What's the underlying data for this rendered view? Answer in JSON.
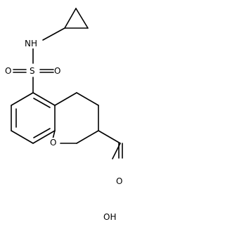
{
  "molecule": {
    "atom_labels": {
      "nh": "NH",
      "o_sulfonyl_left": "O",
      "s": "S",
      "o_sulfonyl_right": "O",
      "o_ring": "O",
      "o_carbonyl": "O",
      "oh": "OH"
    }
  },
  "colors": {
    "bond": "#000000",
    "text": "#000000",
    "background": "#ffffff"
  }
}
